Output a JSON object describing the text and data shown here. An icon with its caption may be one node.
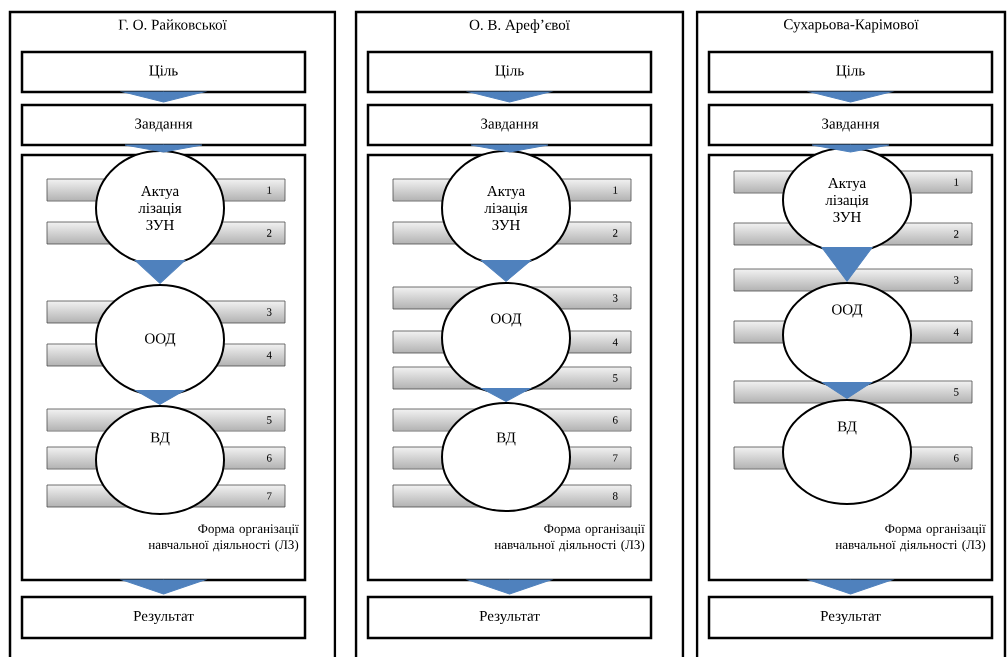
{
  "diagram": {
    "nodes": [
      {
        "text": [
          "Г. О. Райковської"
        ]
      },
      {
        "text": [
          "Ціль"
        ],
        "in": 0
      },
      {
        "text": [
          "Завдання"
        ],
        "in": 0
      },
      {
        "text": [
          "Форма організації навчальної діяльності (ЛЗ)"
        ],
        "in": 0
      },
      {
        "text": [
          "1"
        ],
        "in": 3
      },
      {
        "text": [
          "2"
        ],
        "in": 3
      },
      {
        "text": [
          "3"
        ],
        "in": 3
      },
      {
        "text": [
          "4"
        ],
        "in": 3
      },
      {
        "text": [
          "5"
        ],
        "in": 3
      },
      {
        "text": [
          "6"
        ],
        "in": 3
      },
      {
        "text": [
          "7"
        ],
        "in": 3
      },
      {
        "text": [
          "Актуа лізація ЗУН"
        ],
        "in": 3
      },
      {
        "text": [
          "ООД"
        ],
        "in": 3
      },
      {
        "text": [
          "ВД"
        ],
        "in": 3
      },
      {
        "text": [
          "Результат"
        ],
        "in": 0
      },
      {
        "text": [
          "О. В. Ареф’євої"
        ]
      },
      {
        "text": [
          "Ціль"
        ],
        "in": 15
      },
      {
        "text": [
          "Завдання"
        ],
        "in": 15
      },
      {
        "text": [
          "Форма організації навчальної діяльності (ЛЗ)"
        ],
        "in": 15
      },
      {
        "text": [
          "1"
        ],
        "in": 18
      },
      {
        "text": [
          "2"
        ],
        "in": 18
      },
      {
        "text": [
          "3"
        ],
        "in": 18
      },
      {
        "text": [
          "4"
        ],
        "in": 18
      },
      {
        "text": [
          "5"
        ],
        "in": 18
      },
      {
        "text": [
          "6"
        ],
        "in": 18
      },
      {
        "text": [
          "7"
        ],
        "in": 18
      },
      {
        "text": [
          "8"
        ],
        "in": 18
      },
      {
        "text": [
          "Актуа лізація ЗУН"
        ],
        "in": 18
      },
      {
        "text": [
          "ООД"
        ],
        "in": 18
      },
      {
        "text": [
          "ВД"
        ],
        "in": 18
      },
      {
        "text": [
          "Результат"
        ],
        "in": 15
      },
      {
        "text": [
          "Сухарьова-Карімової"
        ]
      },
      {
        "text": [
          "Ціль"
        ],
        "in": 31
      },
      {
        "text": [
          "Завдання"
        ],
        "in": 31
      },
      {
        "text": [
          "Форма організації навчальної діяльності (ЛЗ)"
        ],
        "in": 31
      },
      {
        "text": [
          "1"
        ],
        "in": 34
      },
      {
        "text": [
          "2"
        ],
        "in": 34
      },
      {
        "text": [
          "3"
        ],
        "in": 34
      },
      {
        "text": [
          "4"
        ],
        "in": 34
      },
      {
        "text": [
          "5"
        ],
        "in": 34
      },
      {
        "text": [
          "6"
        ],
        "in": 34
      },
      {
        "text": [
          "Актуа лізація ЗУН"
        ],
        "in": 34
      },
      {
        "text": [
          "ООД"
        ],
        "in": 34
      },
      {
        "text": [
          "ВД"
        ],
        "in": 34
      },
      {
        "text": [
          "Результат"
        ],
        "in": 31
      }
    ],
    "edges": [
      {
        "from": 1,
        "to": 2,
        "arrow": "to"
      },
      {
        "from": 2,
        "to": 3,
        "arrow": "to"
      },
      {
        "from": 11,
        "to": 12,
        "arrow": "to"
      },
      {
        "from": 12,
        "to": 13,
        "arrow": "to"
      },
      {
        "from": 3,
        "to": 14,
        "arrow": "to"
      },
      {
        "from": 16,
        "to": 17,
        "arrow": "to"
      },
      {
        "from": 17,
        "to": 18,
        "arrow": "to"
      },
      {
        "from": 27,
        "to": 28,
        "arrow": "to"
      },
      {
        "from": 28,
        "to": 29,
        "arrow": "to"
      },
      {
        "from": 18,
        "to": 30,
        "arrow": "to"
      },
      {
        "from": 32,
        "to": 33,
        "arrow": "to"
      },
      {
        "from": 33,
        "to": 34,
        "arrow": "to"
      },
      {
        "from": 41,
        "to": 42,
        "arrow": "to"
      },
      {
        "from": 42,
        "to": 43,
        "arrow": "to"
      },
      {
        "from": 34,
        "to": 44,
        "arrow": "to"
      }
    ]
  }
}
